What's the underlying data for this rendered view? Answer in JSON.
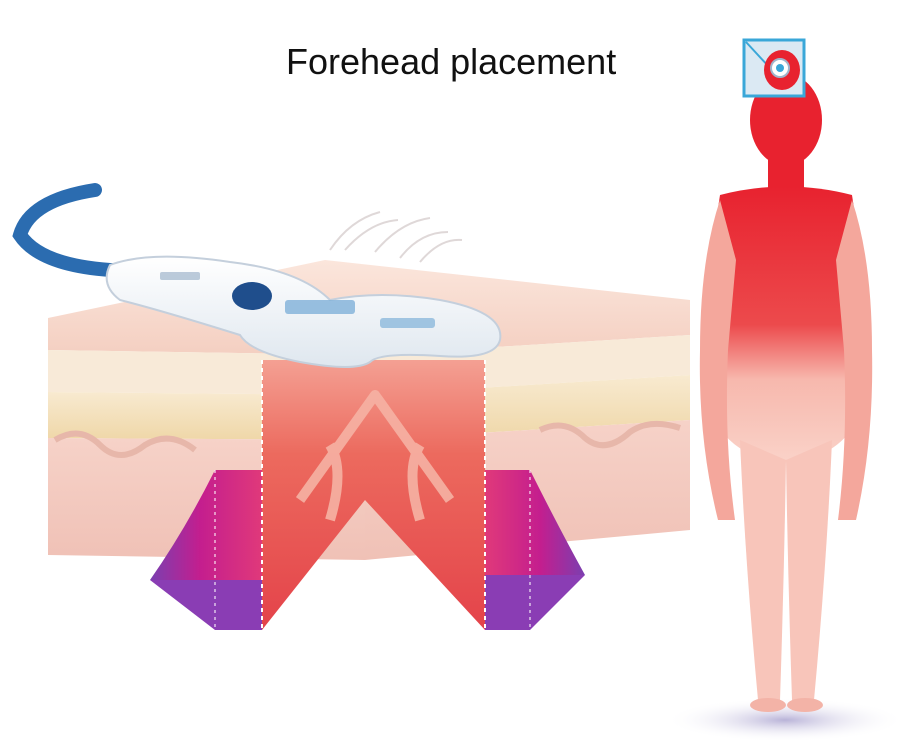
{
  "caption": {
    "text": "Forehead placement"
  },
  "icons": {
    "sensor_inset": "sensor-placement-icon",
    "body": "human-body-figure",
    "skin": "skin-cross-section-illustration",
    "sensor": "forehead-sensor-device",
    "heat_arrow": "upward-heat-arrow"
  },
  "colors": {
    "heat_core": "#e8333a",
    "heat_mid": "#f07a72",
    "skin_tone": "#f6c9bd",
    "fat_layer": "#f3dfb2",
    "deep_tissue": "#c7208a",
    "cable": "#2b6cb0",
    "inset_frame": "#3aa7d8"
  }
}
